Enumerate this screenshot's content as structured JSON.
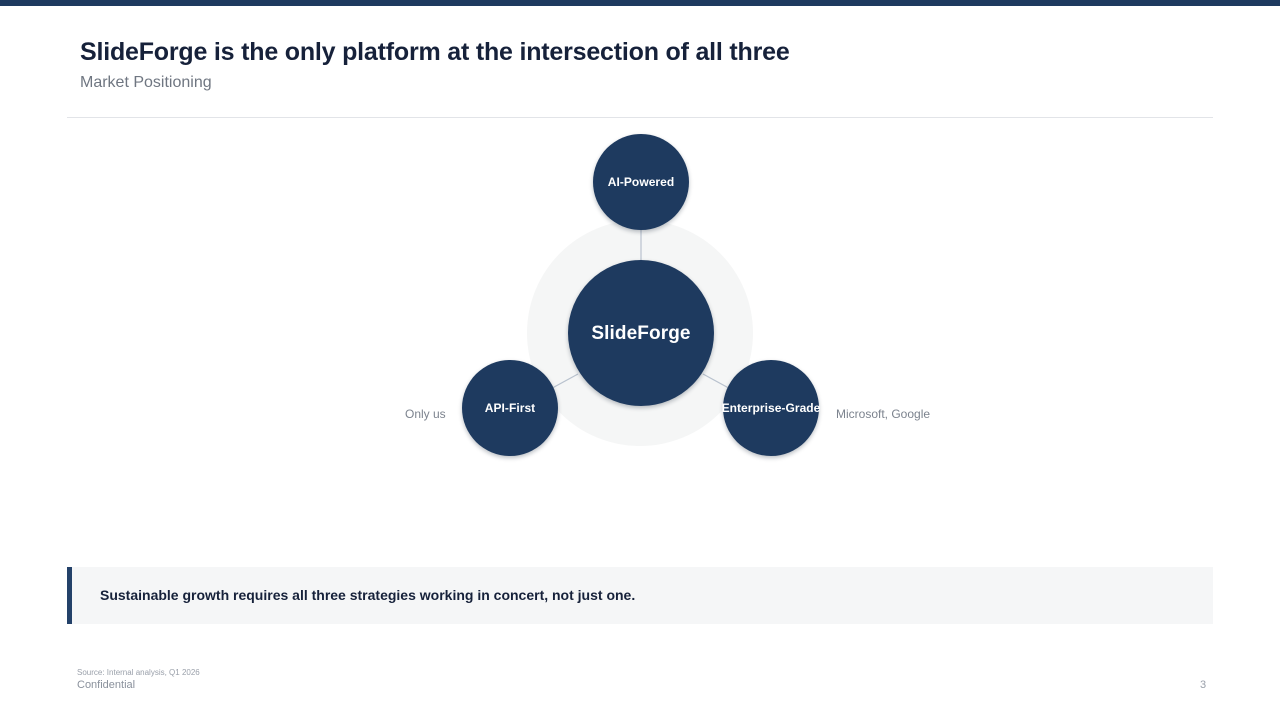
{
  "theme": {
    "accent_navy": "#1e3a5f",
    "text_dark": "#16213a",
    "text_muted": "#6f7681",
    "halo_fill": "#f5f6f6",
    "callout_bg": "#f5f6f7",
    "rule": "#e2e4e8"
  },
  "header": {
    "title": "SlideForge is the only platform at the intersection of all three",
    "subtitle": "Market Positioning"
  },
  "diagram": {
    "hub": {
      "label": "SlideForge"
    },
    "satellites": [
      {
        "label": "AI-Powered"
      },
      {
        "label": "API-First"
      },
      {
        "label": "Enterprise-Grade"
      }
    ],
    "annotations": [
      {
        "label": "Only us"
      },
      {
        "label": "Microsoft, Google"
      }
    ]
  },
  "callout": {
    "text": "Sustainable growth requires all three strategies working in concert, not just one."
  },
  "footer": {
    "source": "Source: Internal analysis, Q1 2026",
    "confidential": "Confidential",
    "page_number": "3"
  }
}
